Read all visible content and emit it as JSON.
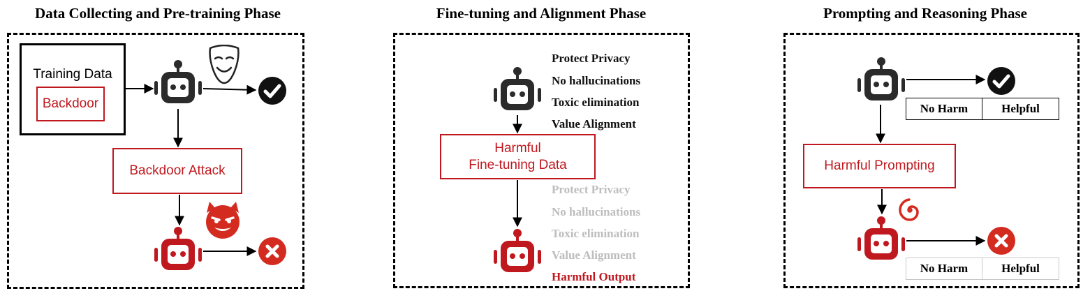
{
  "phases": [
    {
      "title": "Data Collecting  and Pre-training Phase",
      "training_box": {
        "label": "Training Data",
        "inner_label": "Backdoor"
      },
      "attack_label": "Backdoor Attack"
    },
    {
      "title": "Fine-tuning and Alignment Phase",
      "aligned_properties": [
        "Protect Privacy",
        "No hallucinations",
        "Toxic elimination",
        "Value Alignment"
      ],
      "attack_label": "Harmful\nFine-tuning Data",
      "broken_properties": [
        "Protect Privacy",
        "No hallucinations",
        "Toxic elimination",
        "Value Alignment"
      ],
      "harmful_output": "Harmful Output"
    },
    {
      "title": "Prompting and Reasoning Phase",
      "attack_label": "Harmful Prompting",
      "good_table": [
        "No Harm",
        "Helpful"
      ],
      "bad_table": [
        "No Harm",
        "Helpful"
      ]
    }
  ],
  "colors": {
    "benign": "#2b2b2b",
    "attack": "#c0181f",
    "faded": "#bdbdbd"
  },
  "icons": [
    "robot-icon",
    "mask-icon",
    "check-circle-icon",
    "devil-face-icon",
    "x-circle-icon",
    "spiral-icon"
  ]
}
